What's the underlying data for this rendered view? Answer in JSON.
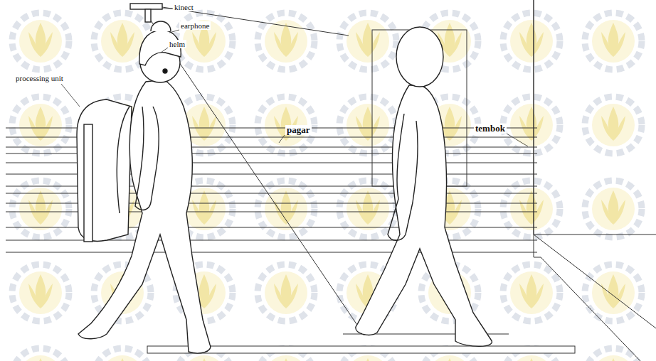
{
  "diagram": {
    "labels": [
      "kinect",
      "earphone",
      "helm",
      "processing unit",
      "pagar",
      "tembok"
    ]
  }
}
